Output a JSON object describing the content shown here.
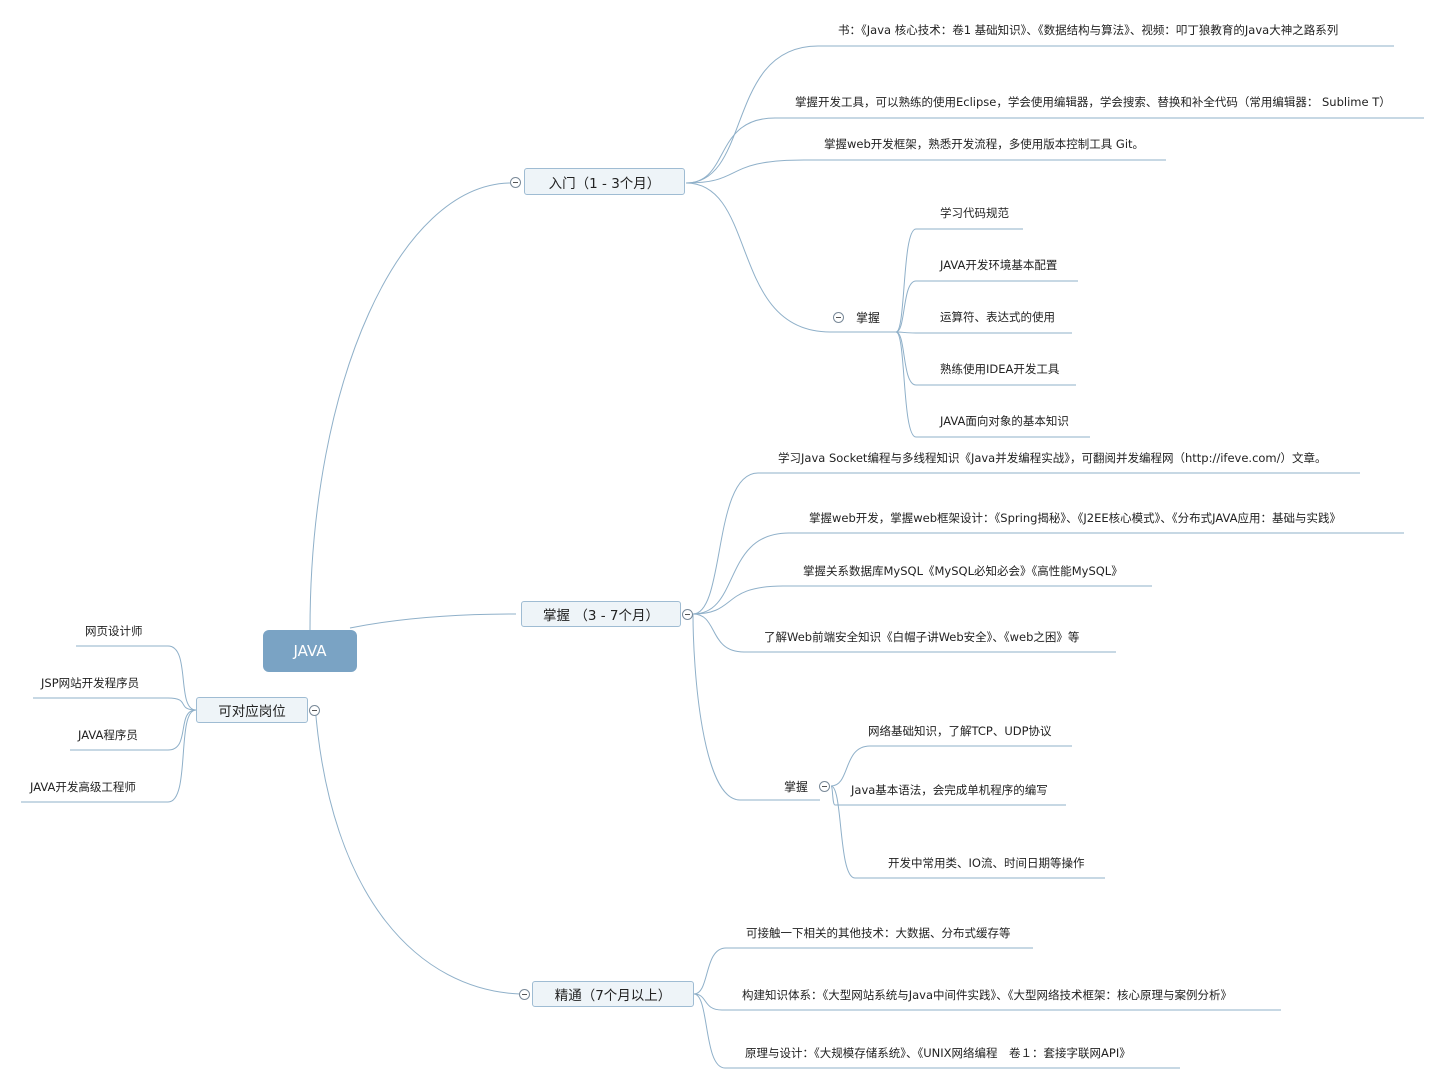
{
  "root": {
    "label": "JAVA"
  },
  "branches": {
    "intro": {
      "label": "入门（1 - 3个月）",
      "items": [
        "书：《Java 核心技术：卷1 基础知识》、《数据结构与算法》、视频：叩丁狼教育的Java大神之路系列",
        "掌握开发工具，可以熟练的使用Eclipse，学会使用编辑器，学会搜索、替换和补全代码（常用编辑器： Sublime T）",
        "掌握web开发框架，熟悉开发流程，多使用版本控制工具 Git。"
      ],
      "sub": {
        "label": "掌握",
        "items": [
          "学习代码规范",
          "JAVA开发环境基本配置",
          "运算符、表达式的使用",
          "熟练使用IDEA开发工具",
          "JAVA面向对象的基本知识"
        ]
      }
    },
    "master": {
      "label": "掌握 （3 - 7个月）",
      "items": [
        "学习Java Socket编程与多线程知识《Java并发编程实战》，可翻阅并发编程网（http://ifeve.com/）文章。",
        "掌握web开发，掌握web框架设计：《Spring揭秘》、《J2EE核心模式》、《分布式JAVA应用：基础与实践》",
        "掌握关系数据库MySQL《MySQL必知必会》《高性能MySQL》",
        "了解Web前端安全知识《白帽子讲Web安全》、《web之困》等"
      ],
      "sub": {
        "label": "掌握",
        "items": [
          "网络基础知识，了解TCP、UDP协议",
          "Java基本语法，会完成单机程序的编写",
          "开发中常用类、IO流、时间日期等操作"
        ]
      }
    },
    "expert": {
      "label": "精通（7个月以上）",
      "items": [
        "可接触一下相关的其他技术：大数据、分布式缓存等",
        "构建知识体系：《大型网站系统与Java中间件实践》、《大型网络技术框架：核心原理与案例分析》",
        "原理与设计：《大规模存储系统》、《UNIX网络编程　卷１：套接字联网API》"
      ]
    },
    "jobs": {
      "label": "可对应岗位",
      "items": [
        "网页设计师",
        "JSP网站开发程序员",
        "JAVA程序员",
        "JAVA开发高级工程师"
      ]
    }
  },
  "colors": {
    "root": "#7aa3c4",
    "line": "#8fb0c9",
    "branch_fill": "#eef4f8",
    "branch_border": "#9fbcd3"
  }
}
